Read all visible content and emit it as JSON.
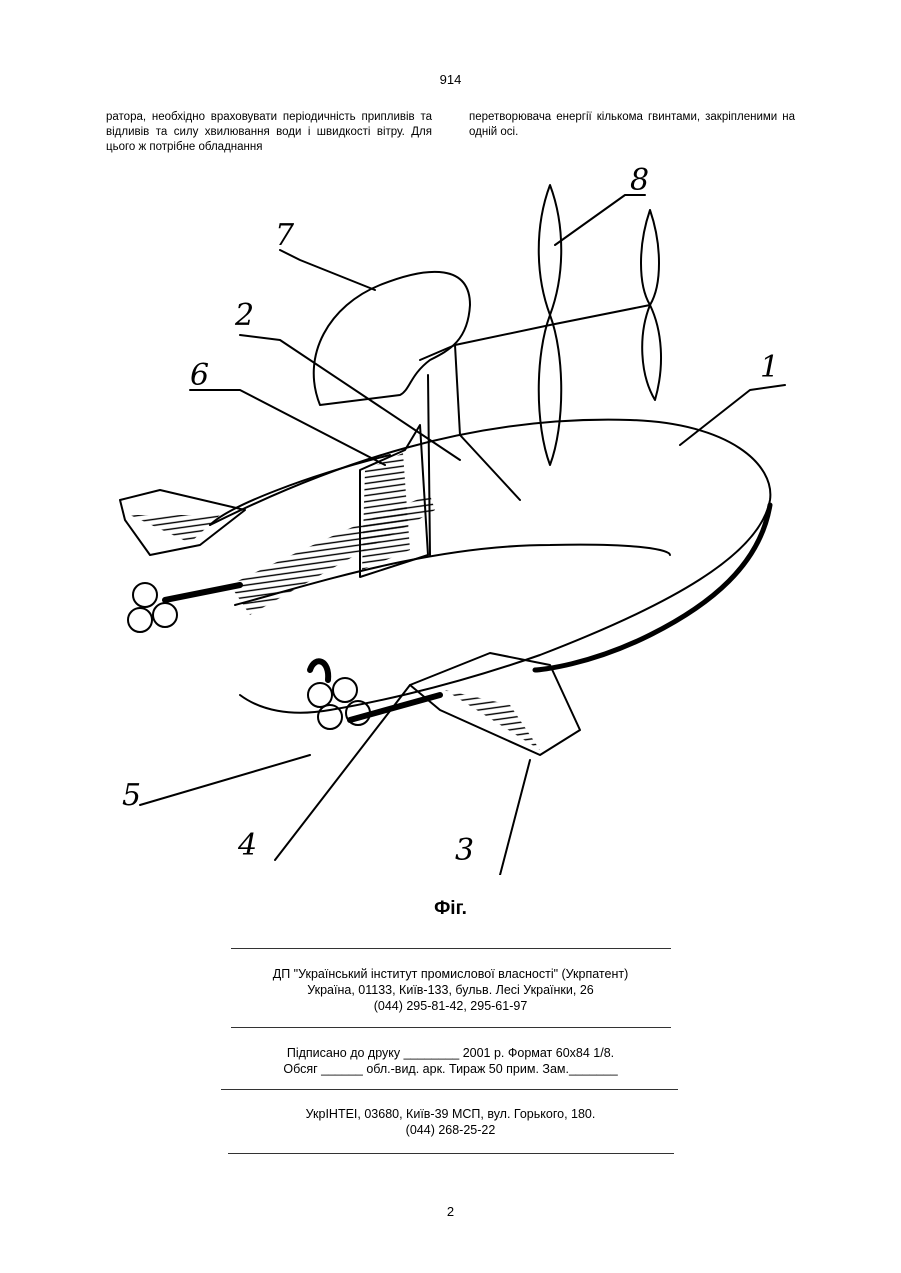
{
  "page": {
    "number_top": "914",
    "number_bottom": "2"
  },
  "text": {
    "left_column": "ратора, необхідно враховувати періодичність припливів та відливів та силу хвилювання води і швидкості вітру. Для цього ж потрібне обладнання",
    "right_column": "перетворювача енергії кількома гвинтами, закріпленими на одній осі."
  },
  "figure": {
    "caption": "Фіг.",
    "labels": [
      "1",
      "2",
      "3",
      "4",
      "5",
      "6",
      "7",
      "8"
    ]
  },
  "publisher": {
    "line1": "ДП \"Український інститут промислової власності\" (Укрпатент)",
    "line2": "Україна, 01133, Київ-133, бульв. Лесі Українки, 26",
    "line3": "(044) 295-81-42, 295-61-97"
  },
  "signing": {
    "line1": "Підписано до друку ________ 2001 р.    Формат 60х84 1/8.",
    "line2": "Обсяг ______ обл.-вид. арк.   Тираж 50 прим.    Зам._______"
  },
  "printer": {
    "line1": "УкрІНТЕІ, 03680, Київ-39 МСП, вул. Горького, 180.",
    "line2": "(044) 268-25-22"
  }
}
